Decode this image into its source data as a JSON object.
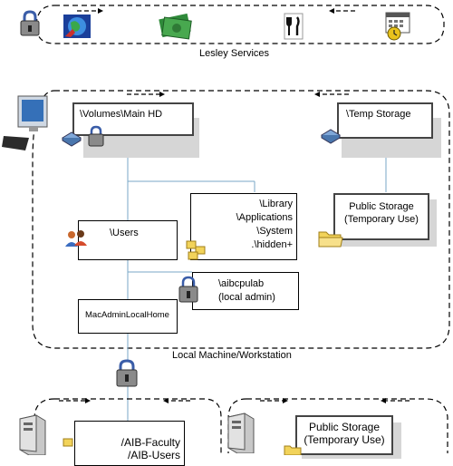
{
  "top_group": {
    "label": "Lesley Services",
    "icons": [
      "lock-icon",
      "globe-icon",
      "money-icon",
      "restaurant-icon",
      "calendar-clock-icon"
    ]
  },
  "local_group": {
    "label": "Local Machine/Workstation",
    "main_hd": "\\Volumes\\Main HD",
    "temp_storage": "\\Temp Storage",
    "public_storage": [
      "Public Storage",
      "(Temporary Use)"
    ],
    "users": "\\Users",
    "library_lines": [
      "\\Library",
      "\\Applications",
      "\\System",
      ".\\hidden+"
    ],
    "aibcpulab": [
      "\\aibcpulab",
      "(local admin)"
    ],
    "mac_admin_local_home": "MacAdminLocalHome"
  },
  "bottom_left": {
    "lines": [
      "/AIB-Faculty",
      "/AIB-Users"
    ]
  },
  "bottom_right": {
    "public_storage": [
      "Public Storage",
      "(Temporary Use)"
    ]
  }
}
